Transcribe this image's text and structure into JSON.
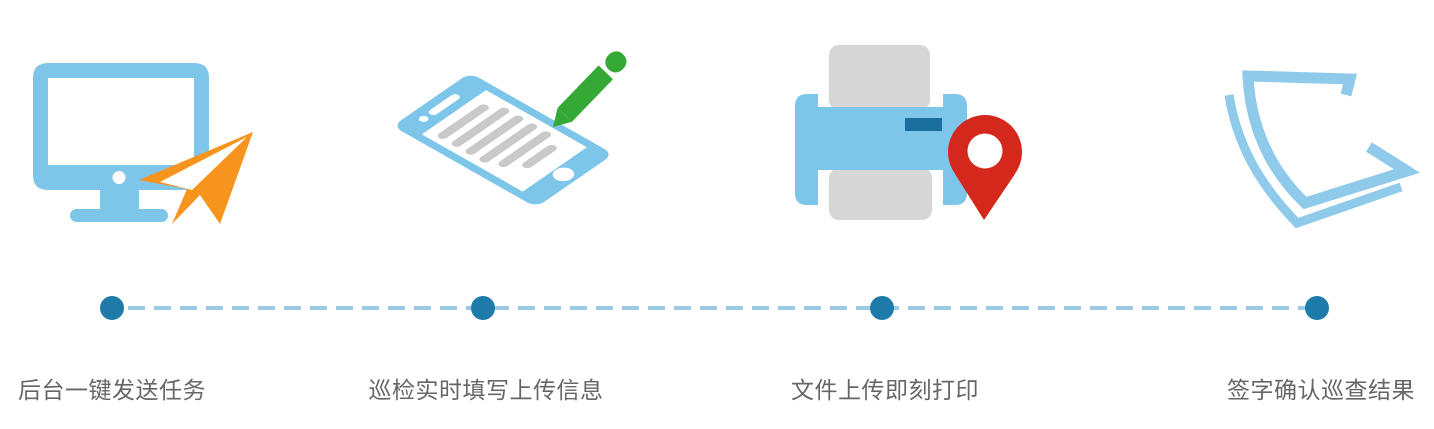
{
  "page": {
    "type": "process-flow-infographic",
    "background": "#FFFFFF"
  },
  "steps": [
    {
      "index": 1,
      "icon": "monitor-with-paper-plane",
      "label": "后台一键发送任务"
    },
    {
      "index": 2,
      "icon": "tablet-with-pencil",
      "label": "巡检实时填写上传信息"
    },
    {
      "index": 3,
      "icon": "printer-with-location-pin",
      "label": "文件上传即刻打印"
    },
    {
      "index": 4,
      "icon": "stacked-documents",
      "label": "签字确认巡查结果"
    }
  ],
  "timeline": {
    "style": "dashed-line-with-dots",
    "dot_count": 4
  },
  "colors": {
    "background": "#FFFFFF",
    "white": "#FFFFFF",
    "icon-blue": "#7EC5EA",
    "outline-blue": "#8FCAEA",
    "dash-blue": "#9CC9E4",
    "dot-blue": "#1E7BA9",
    "plane-orange": "#F7941E",
    "pencil-green": "#35A936",
    "pin-red": "#D5281C",
    "paper-gray": "#D6D6D6",
    "screen-line-gray": "#C9C9C9",
    "slot-blue": "#1A6F9F",
    "label-gray": "#666666"
  }
}
